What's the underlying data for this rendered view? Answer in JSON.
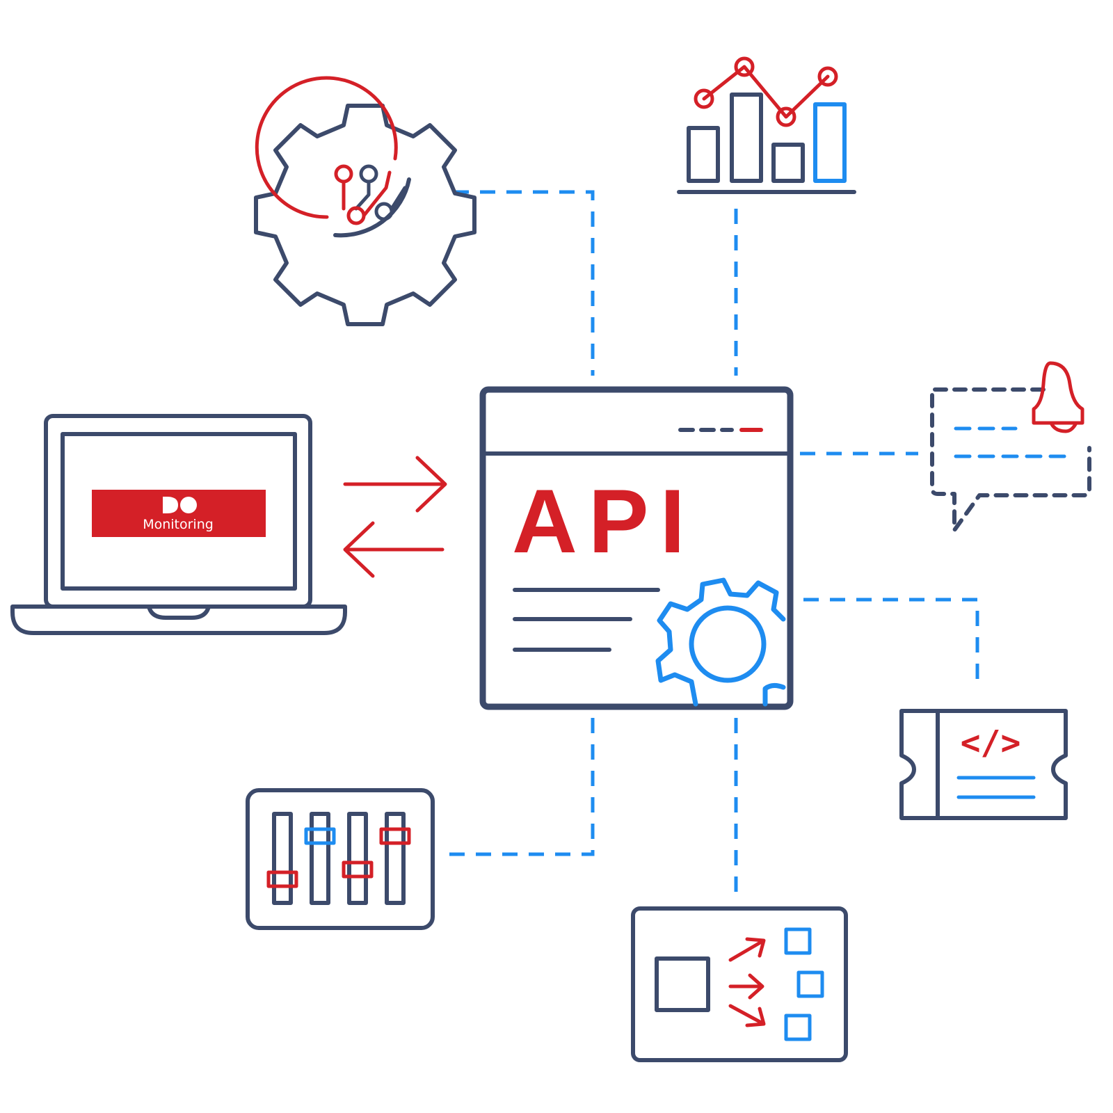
{
  "center": {
    "label": "API"
  },
  "laptop": {
    "logo_mark": "DO",
    "logo_text": "Monitoring"
  },
  "icons": {
    "gear_circuit": "gear-circuit-icon",
    "chart": "bar-line-chart-icon",
    "notification": "chat-bell-icon",
    "code": "code-ticket-icon",
    "sliders": "sliders-icon",
    "workflow": "workflow-icon"
  },
  "code_symbol": "</>",
  "colors": {
    "navy": "#3c4a6b",
    "red": "#d42027",
    "blue": "#1e8cf0"
  }
}
